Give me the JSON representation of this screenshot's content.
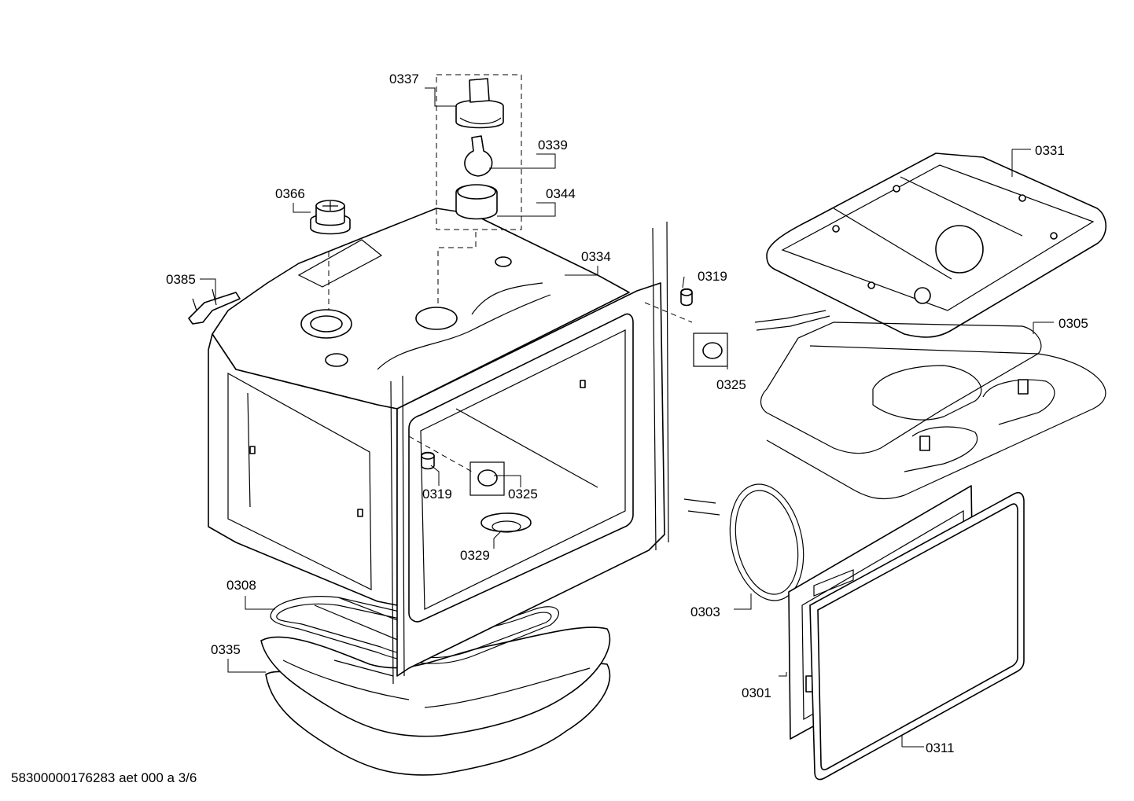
{
  "document_id": "58300000176283 aet 000 a 3/6",
  "part_labels": {
    "p0337": "0337",
    "p0339": "0339",
    "p0344": "0344",
    "p0366": "0366",
    "p0385": "0385",
    "p0334": "0334",
    "p0319a": "0319",
    "p0325a": "0325",
    "p0319b": "0319",
    "p0325b": "0325",
    "p0329": "0329",
    "p0308": "0308",
    "p0335": "0335",
    "p0331": "0331",
    "p0305": "0305",
    "p0303": "0303",
    "p0301": "0301",
    "p0311": "0311"
  }
}
